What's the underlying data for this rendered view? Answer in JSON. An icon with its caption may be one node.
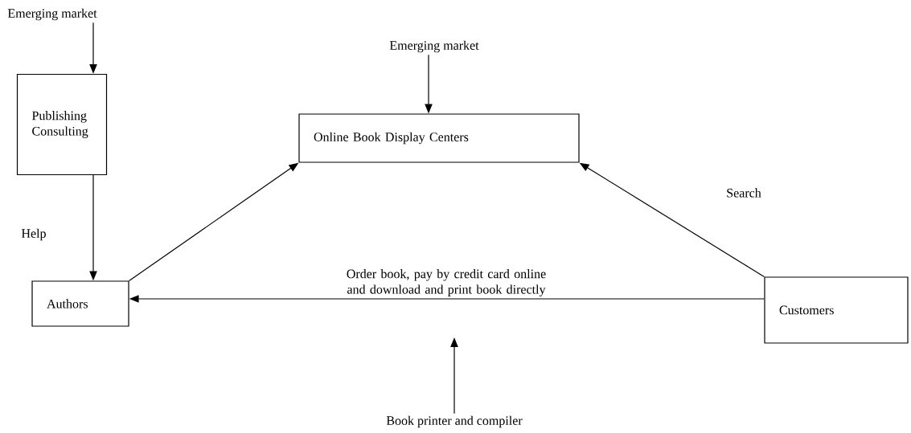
{
  "diagram": {
    "nodes": [
      {
        "text": [
          "Emerging market"
        ]
      },
      {
        "text": [
          "Publishing Consulting"
        ]
      },
      {
        "text": [
          "Authors"
        ]
      },
      {
        "text": [
          "Emerging market"
        ]
      },
      {
        "text": [
          "Online Book Display Centers"
        ]
      },
      {
        "text": [
          "Customers"
        ]
      },
      {
        "text": [
          "Book printer and compiler"
        ]
      }
    ],
    "edges": [
      {
        "from": 0,
        "to": 1,
        "arrow": "to"
      },
      {
        "from": 1,
        "to": 2,
        "arrow": "to",
        "label": "Help"
      },
      {
        "from": 3,
        "to": 4,
        "arrow": "to"
      },
      {
        "from": 2,
        "to": 4,
        "arrow": "to"
      },
      {
        "from": 5,
        "to": 4,
        "arrow": "to",
        "label": "Search"
      },
      {
        "from": 5,
        "to": 2,
        "arrow": "to",
        "label": "Order book, pay by credit card online and download and print book directly"
      },
      {
        "from": 6,
        "to": null,
        "arrow": "to"
      }
    ]
  }
}
